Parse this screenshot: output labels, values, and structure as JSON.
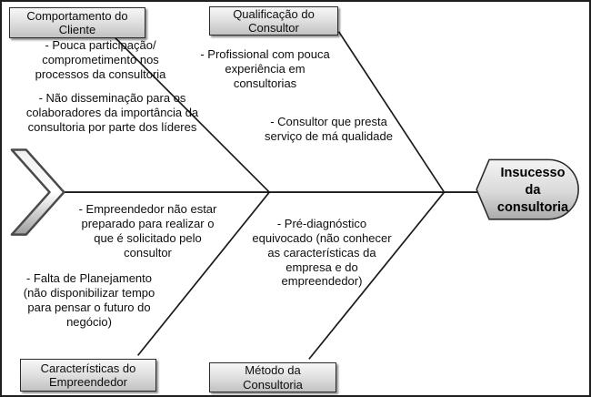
{
  "diagram": {
    "type": "fishbone",
    "effect": {
      "label": "Insucesso\nda\nconsultoria"
    },
    "branches": [
      {
        "position": "top-left",
        "category": "Comportamento do\nCliente",
        "causes": [
          "- Pouca participação/\ncomprometimento  nos\nprocessos da consultoria",
          "- Não disseminação para os\ncolaboradores da importância da\nconsultoria por parte dos líderes"
        ]
      },
      {
        "position": "top-right",
        "category": "Qualificação do\nConsultor",
        "causes": [
          "- Profissional com pouca\nexperiência em\nconsultorias",
          "- Consultor que presta\nserviço de má qualidade"
        ]
      },
      {
        "position": "bottom-left",
        "category": "Características do\nEmpreendedor",
        "causes": [
          "- Empreendedor  não estar\npreparado para realizar o\nque é solicitado pelo\nconsultor",
          "- Falta de Planejamento\n(não disponibilizar tempo\npara pensar o futuro do\nnegócio)"
        ]
      },
      {
        "position": "bottom-right",
        "category": "Método da\nConsultoria",
        "causes": [
          "- Pré-diagnóstico\nequivocado (não conhecer\nas características da\nempresa e do\nempreendedor)"
        ]
      }
    ],
    "colors": {
      "line": "#1a1a1a",
      "box_fill_top": "#f7f7f7",
      "box_fill_bottom": "#c2c2c2",
      "box_border": "#2b2b2b",
      "background": "#ffffff"
    }
  }
}
